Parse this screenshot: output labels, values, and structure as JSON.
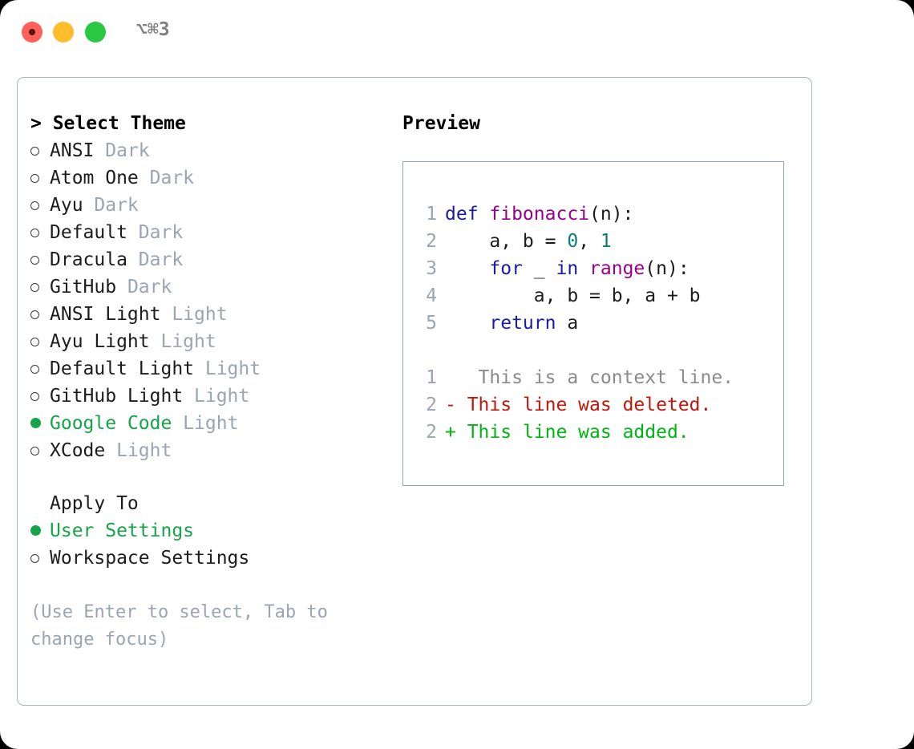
{
  "titlebar": {
    "shortcut": "⌥⌘3",
    "buttons": [
      {
        "name": "close",
        "color": "#ff6058"
      },
      {
        "name": "minimize",
        "color": "#ffbd2e"
      },
      {
        "name": "maximize",
        "color": "#28c840"
      }
    ]
  },
  "theme_picker": {
    "header": "> Select Theme",
    "items": [
      {
        "name": "ANSI",
        "kind": "Dark",
        "selected": false
      },
      {
        "name": "Atom One",
        "kind": "Dark",
        "selected": false
      },
      {
        "name": "Ayu",
        "kind": "Dark",
        "selected": false
      },
      {
        "name": "Default",
        "kind": "Dark",
        "selected": false
      },
      {
        "name": "Dracula",
        "kind": "Dark",
        "selected": false
      },
      {
        "name": "GitHub",
        "kind": "Dark",
        "selected": false
      },
      {
        "name": "ANSI Light",
        "kind": "Light",
        "selected": false
      },
      {
        "name": "Ayu Light",
        "kind": "Light",
        "selected": false
      },
      {
        "name": "Default Light",
        "kind": "Light",
        "selected": false
      },
      {
        "name": "GitHub Light",
        "kind": "Light",
        "selected": false
      },
      {
        "name": "Google Code",
        "kind": "Light",
        "selected": true
      },
      {
        "name": "XCode",
        "kind": "Light",
        "selected": false
      }
    ]
  },
  "apply_to": {
    "header": "Apply To",
    "options": [
      {
        "label": "User Settings",
        "selected": true
      },
      {
        "label": "Workspace Settings",
        "selected": false
      }
    ]
  },
  "hint": "(Use Enter to select, Tab to change focus)",
  "preview": {
    "title": "Preview",
    "code_lines": [
      {
        "no": "1",
        "tokens": [
          {
            "t": "def ",
            "c": "kw"
          },
          {
            "t": "fibonacci",
            "c": "fn"
          },
          {
            "t": "(n):",
            "c": "pl"
          }
        ]
      },
      {
        "no": "2",
        "tokens": [
          {
            "t": "    a, b = ",
            "c": "pl"
          },
          {
            "t": "0",
            "c": "num"
          },
          {
            "t": ", ",
            "c": "pl"
          },
          {
            "t": "1",
            "c": "num"
          }
        ]
      },
      {
        "no": "3",
        "tokens": [
          {
            "t": "    ",
            "c": "pl"
          },
          {
            "t": "for",
            "c": "kw"
          },
          {
            "t": " _ ",
            "c": "pl"
          },
          {
            "t": "in",
            "c": "kw"
          },
          {
            "t": " ",
            "c": "pl"
          },
          {
            "t": "range",
            "c": "fn"
          },
          {
            "t": "(n):",
            "c": "pl"
          }
        ]
      },
      {
        "no": "4",
        "tokens": [
          {
            "t": "        a, b = b, a + b",
            "c": "pl"
          }
        ]
      },
      {
        "no": "5",
        "tokens": [
          {
            "t": "    ",
            "c": "pl"
          },
          {
            "t": "return",
            "c": "kw"
          },
          {
            "t": " a",
            "c": "pl"
          }
        ]
      }
    ],
    "diff_lines": [
      {
        "no": "1",
        "marker": " ",
        "text": "  This is a context line.",
        "cls": "ctx"
      },
      {
        "no": "2",
        "marker": "-",
        "text": " This line was deleted.",
        "cls": "del"
      },
      {
        "no": "2",
        "marker": "+",
        "text": " This line was added.",
        "cls": "add"
      }
    ]
  },
  "colors": {
    "accent_green": "#16a34a",
    "muted": "#9aa4b2",
    "border": "#aab4c0",
    "preview_border": "#97a3b3",
    "keyword": "#1a1aa6",
    "function": "#99008c",
    "number": "#0b7d78",
    "diff_added": "#00b512",
    "diff_deleted": "#c0170c",
    "diff_context": "#8a8a8a"
  }
}
